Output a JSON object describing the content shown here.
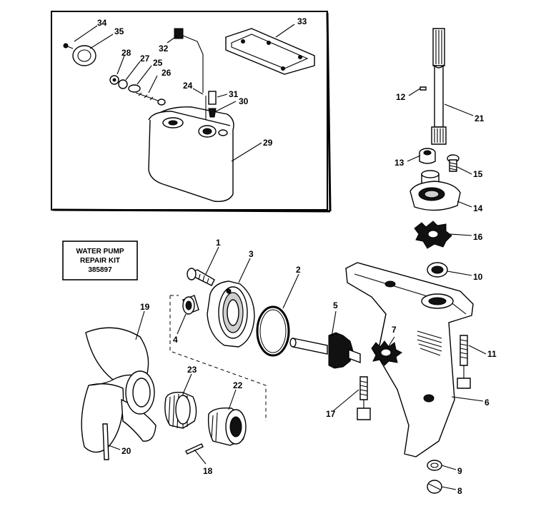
{
  "kit_box": {
    "line1": "WATER PUMP",
    "line2": "REPAIR KIT",
    "line3": "385897"
  },
  "callouts": {
    "c1": "1",
    "c2": "2",
    "c3": "3",
    "c4": "4",
    "c5": "5",
    "c6": "6",
    "c7": "7",
    "c8": "8",
    "c9": "9",
    "c10": "10",
    "c11": "11",
    "c12": "12",
    "c13": "13",
    "c14": "14",
    "c15": "15",
    "c16": "16",
    "c17": "17",
    "c18": "18",
    "c19": "19",
    "c20": "20",
    "c21": "21",
    "c22": "22",
    "c23": "23",
    "c24": "24",
    "c25": "25",
    "c26": "26",
    "c27": "27",
    "c28": "28",
    "c29": "29",
    "c30": "30",
    "c31": "31",
    "c32": "32",
    "c33": "33",
    "c34": "34",
    "c35": "35"
  }
}
